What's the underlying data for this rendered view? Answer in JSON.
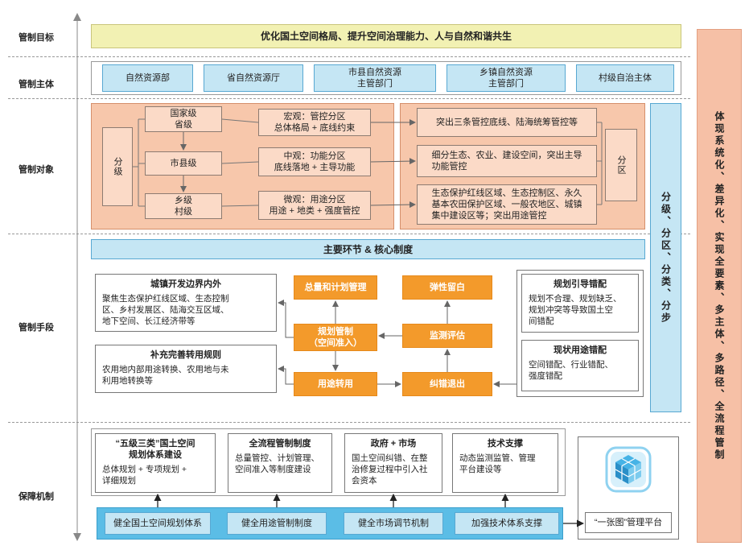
{
  "rows": {
    "goal": "管制目标",
    "subject": "管制主体",
    "object": "管制对象",
    "means": "管制手段",
    "guarantee": "保障机制"
  },
  "goal_text": "优化国土空间格局、提升空间治理能力、人与自然和谐共生",
  "subjects": [
    "自然资源部",
    "省自然资源厅",
    "市县自然资源\n主管部门",
    "乡镇自然资源\n主管部门",
    "村级自治主体"
  ],
  "object": {
    "fenji": "分级",
    "levels": [
      "国家级\n省级",
      "市县级",
      "乡级\n村级"
    ],
    "zones": [
      "宏观：管控分区\n总体格局 + 底线约束",
      "中观：功能分区\n底线落地 + 主导功能",
      "微观：用途分区\n用途 + 地类 + 强度管控"
    ],
    "details": [
      "突出三条管控底线、陆海统筹管控等",
      "细分生态、农业、建设空间，突出主导\n功能管控",
      "生态保护红线区域、生态控制区、永久\n基本农田保护区域、一般农地区、城镇\n集中建设区等；突出用途管控"
    ],
    "fenqu": "分区"
  },
  "side_blue": "分级、分区、分类、分步",
  "side_orange": "体现系统化、差异化、实现全要素、多主体、多路径、全流程管制",
  "means": {
    "header": "主要环节 & 核心制度",
    "left_panels": [
      {
        "title": "城镇开发边界内外",
        "body": "聚焦生态保护红线区域、生态控制\n区、乡村发展区、陆海交互区域、\n地下空间、长江经济带等"
      },
      {
        "title": "补充完善转用规则",
        "body": "农用地内部用途转换、农用地与未\n利用地转换等"
      }
    ],
    "center": {
      "zongliang": "总量和计划管理",
      "tanxing": "弹性留白",
      "guihua": "规划管制\n（空间准入）",
      "jiance": "监测评估",
      "yongtu": "用途转用",
      "jiucuo": "纠错退出"
    },
    "right_panels": [
      {
        "title": "规划引导错配",
        "body": "规划不合理、规划缺乏、\n规划冲突等导致国土空\n间错配"
      },
      {
        "title": "现状用途错配",
        "body": "空间错配、行业错配、\n强度错配"
      }
    ]
  },
  "guarantee": {
    "top_panels": [
      {
        "title": "“五级三类”国土空间\n规划体系建设",
        "body": "总体规划 + 专项规划 +\n详细规划"
      },
      {
        "title": "全流程管制制度",
        "body": "总量管控、计划管理、\n空间准入等制度建设"
      },
      {
        "title": "政府 + 市场",
        "body": "国土空间纠错、在整\n治修复过程中引入社\n会资本"
      },
      {
        "title": "技术支撑",
        "body": "动态监测监管、管理\n平台建设等"
      }
    ],
    "bottom_boxes": [
      "健全国土空间规划体系",
      "健全用途管制制度",
      "健全市场调节机制",
      "加强技术体系支撑"
    ],
    "platform": "“一张图”管理平台"
  },
  "colors": {
    "blue_fill": "#c5e6f4",
    "peach_fill": "#f7c7ab",
    "orange_fill": "#f39a2b",
    "yellow_fill": "#f2f1b3",
    "side_orange_fill": "#f6c0a6"
  }
}
